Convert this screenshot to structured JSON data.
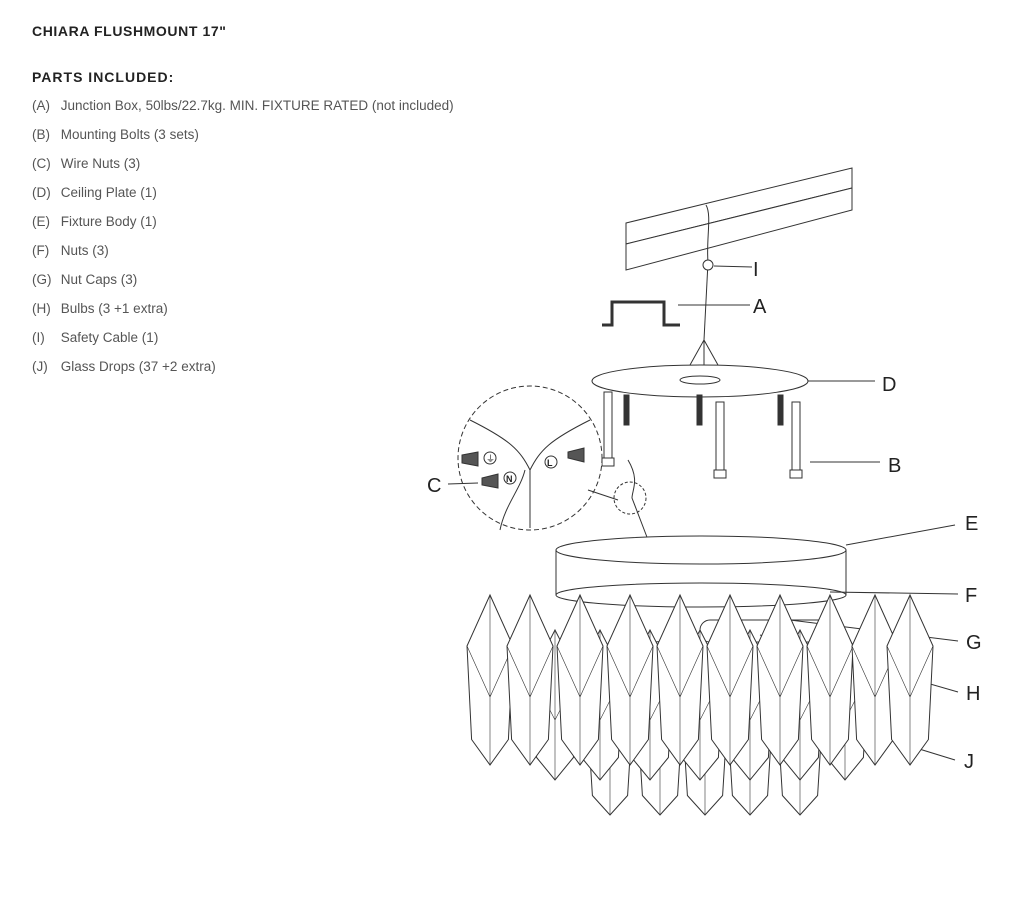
{
  "document": {
    "title": "CHIARA FLUSHMOUNT 17\"",
    "parts_heading": "PARTS INCLUDED:",
    "parts": [
      {
        "code": "(A)",
        "text": "Junction Box, 50lbs/22.7kg. MIN. FIXTURE RATED (not included)"
      },
      {
        "code": "(B)",
        "text": "Mounting Bolts (3 sets)"
      },
      {
        "code": "(C)",
        "text": "Wire Nuts (3)"
      },
      {
        "code": "(D)",
        "text": "Ceiling Plate (1)"
      },
      {
        "code": "(E)",
        "text": "Fixture Body (1)"
      },
      {
        "code": "(F)",
        "text": "Nuts (3)"
      },
      {
        "code": "(G)",
        "text": "Nut Caps (3)"
      },
      {
        "code": "(H)",
        "text": "Bulbs (3 +1 extra)"
      },
      {
        "code": "(I)",
        "text": "Safety Cable (1)"
      },
      {
        "code": "(J)",
        "text": "Glass Drops (37 +2 extra)"
      }
    ]
  },
  "diagram": {
    "labels": {
      "A": "A",
      "B": "B",
      "C": "C",
      "D": "D",
      "E": "E",
      "F": "F",
      "G": "G",
      "H": "H",
      "I": "I",
      "J": "J"
    },
    "wire_markers": {
      "ground": "⏚",
      "neutral": "N",
      "live": "L"
    }
  }
}
